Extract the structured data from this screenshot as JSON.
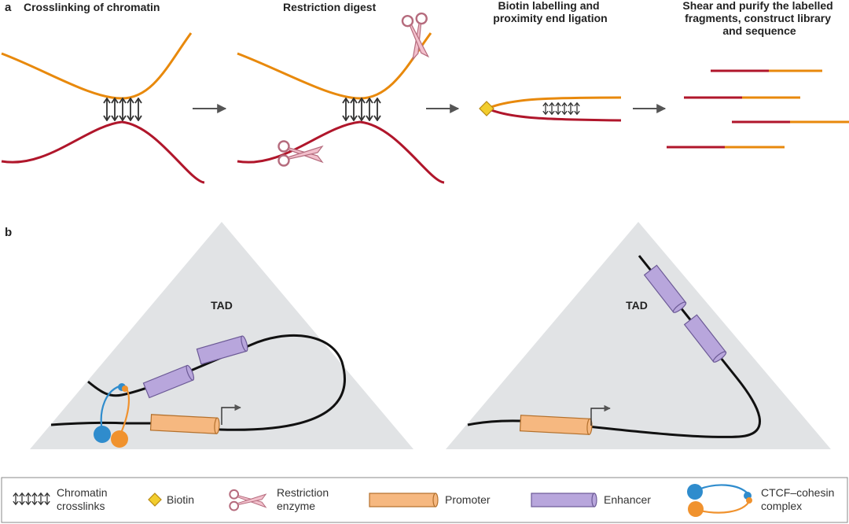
{
  "panel_a": {
    "label": "a",
    "steps": [
      {
        "title": [
          "Crosslinking of chromatin"
        ]
      },
      {
        "title": [
          "Restriction digest"
        ]
      },
      {
        "title": [
          "Biotin labelling and",
          "proximity end ligation"
        ]
      },
      {
        "title": [
          "Shear and purify the labelled",
          "fragments, construct library",
          "and sequence"
        ]
      }
    ]
  },
  "panel_b": {
    "label": "b",
    "left_tad_label": "TAD",
    "right_tad_label": "TAD"
  },
  "legend": {
    "crosslinks": [
      "Chromatin",
      "crosslinks"
    ],
    "biotin": [
      "Biotin"
    ],
    "restriction": [
      "Restriction",
      "enzyme"
    ],
    "promoter": [
      "Promoter"
    ],
    "enhancer": [
      "Enhancer"
    ],
    "ctcf": [
      "CTCF–cohesin",
      "complex"
    ]
  },
  "colors": {
    "orange_strand": "#e8890c",
    "red_strand": "#b0162b",
    "enhancer": "#b8a6dc",
    "promoter": "#f6b880",
    "ctcf": "#2f8ccd",
    "cohesin": "#f0922e",
    "tad_fill": "#e1e3e5",
    "biotin": "#f2cd2d"
  }
}
